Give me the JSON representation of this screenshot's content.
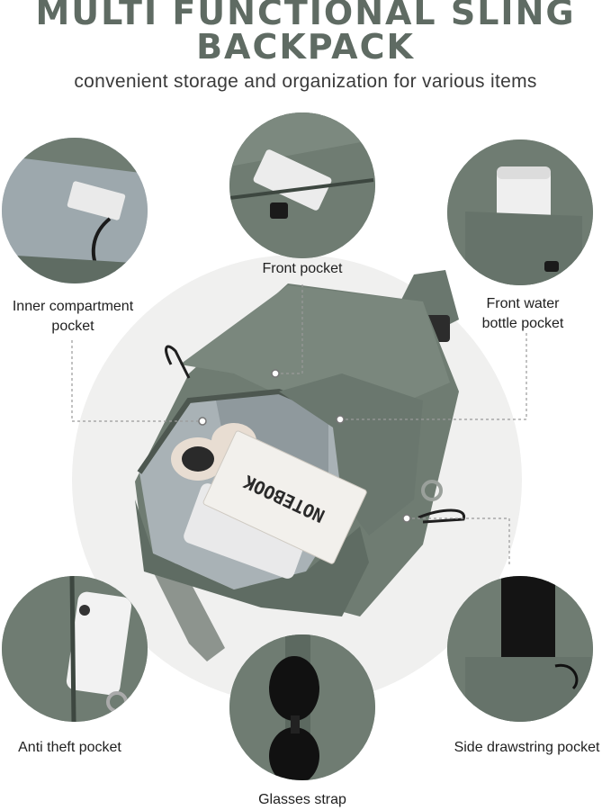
{
  "header": {
    "title_line1": "MULTI FUNCTIONAL SLING",
    "title_line2": "BACKPACK",
    "subtitle": "convenient storage and organization for various items"
  },
  "labels": {
    "front_pocket": "Front pocket",
    "inner_line1": "Inner compartment",
    "inner_line2": "pocket",
    "water_line1": "Front water",
    "water_line2": "bottle pocket",
    "anti_theft": "Anti theft pocket",
    "glasses_strap": "Glasses strap",
    "side_drawstring": "Side drawstring pocket"
  },
  "product": {
    "notebook_text": "NOTEBOOK"
  },
  "colors": {
    "bag_green": "#6f7c72",
    "bag_dark": "#56625a",
    "lining": "#a9b2b6",
    "title_color": "#5f6b63"
  }
}
